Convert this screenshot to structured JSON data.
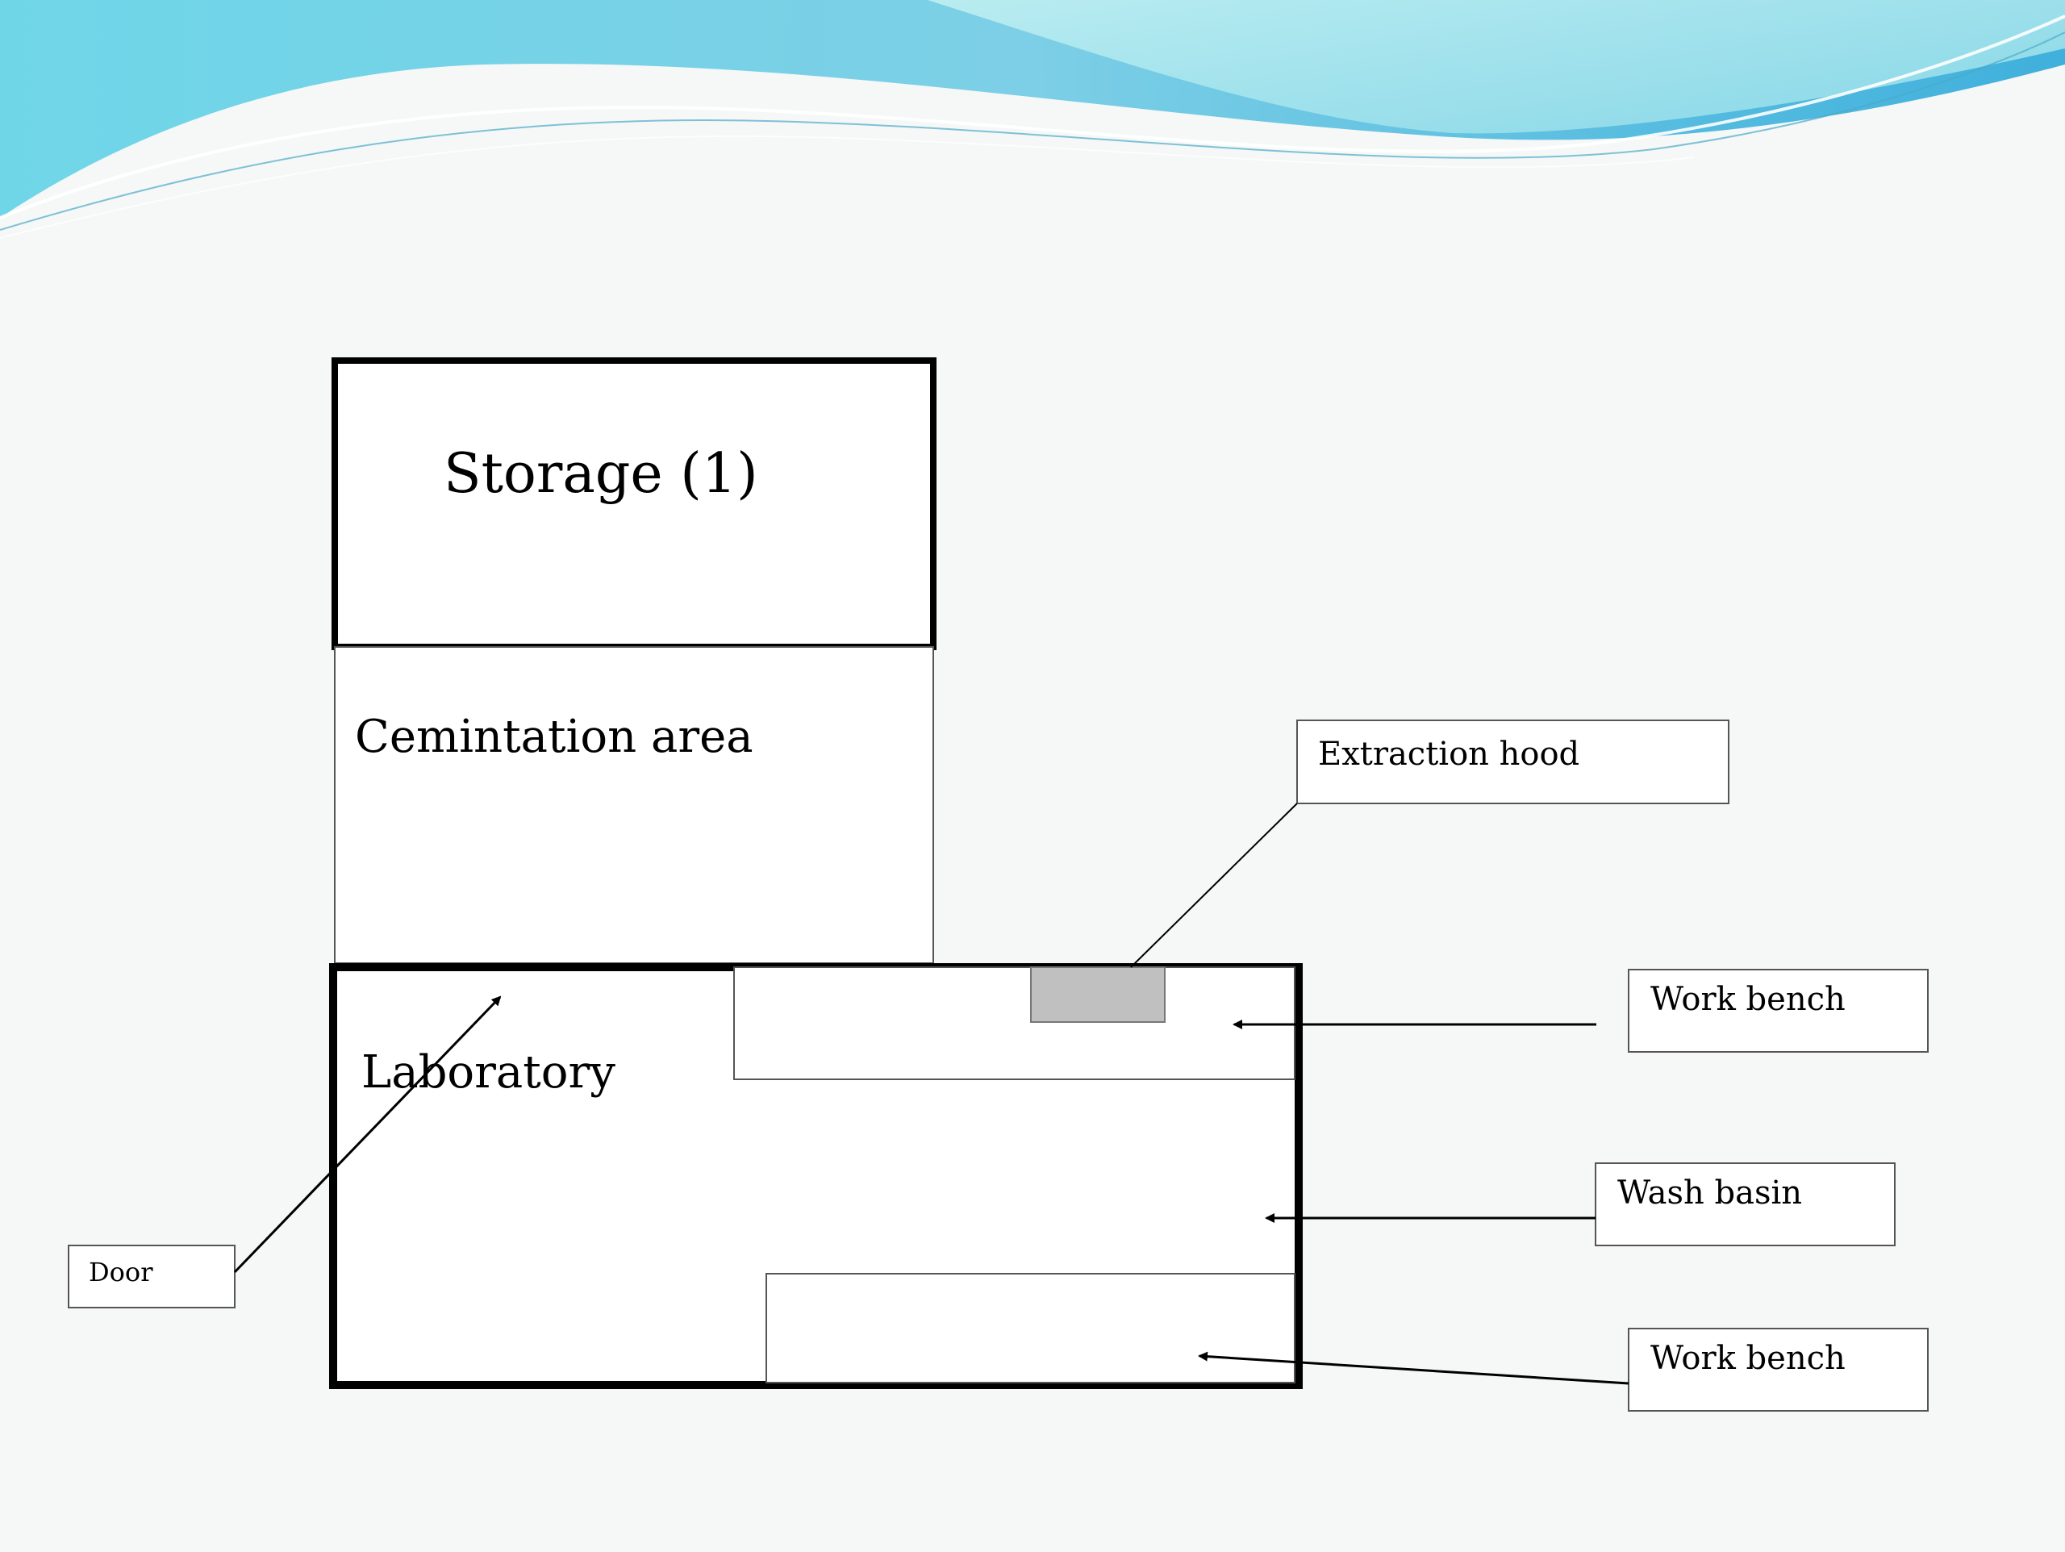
{
  "slide": {
    "header_colors": {
      "light": "#a8e6ec",
      "mid": "#7fd7e6",
      "deep": "#4fb9dd",
      "accent": "#2aa7d6"
    }
  },
  "plan": {
    "rooms": {
      "storage": "Storage (1)",
      "cementation": "Cemintation area",
      "laboratory": "Laboratory"
    },
    "callouts": {
      "extraction_hood": "Extraction hood",
      "work_bench_top": "Work bench",
      "wash_basin": "Wash basin",
      "work_bench_bottom": "Work bench",
      "door": "Door"
    },
    "hood_color": "#c0c0c0"
  }
}
